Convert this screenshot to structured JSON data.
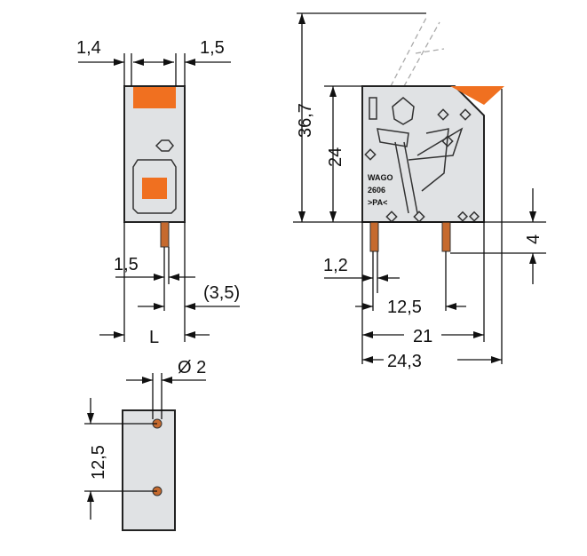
{
  "colors": {
    "housing": "#e0e2e4",
    "actuator": "#f07020",
    "pin": "#c66a2e"
  },
  "side_view": {
    "dim_left_top": "1,4",
    "dim_right_top": "1,5",
    "dim_pin": "1,5",
    "dim_pitch_alt": "(3,5)",
    "dim_length": "L"
  },
  "front_view": {
    "dim_total_height": "36,7",
    "dim_body_height": "24",
    "dim_pin_length": "4",
    "dim_pin_width": "1,2",
    "dim_pin_pitch": "12,5",
    "dim_body_width": "21",
    "dim_total_width": "24,3",
    "logo": "WAGO",
    "part_number": "2606",
    "marking": ">PA<"
  },
  "bottom_view": {
    "dim_hole_diameter": "Ø 2",
    "dim_hole_pitch": "12,5"
  }
}
